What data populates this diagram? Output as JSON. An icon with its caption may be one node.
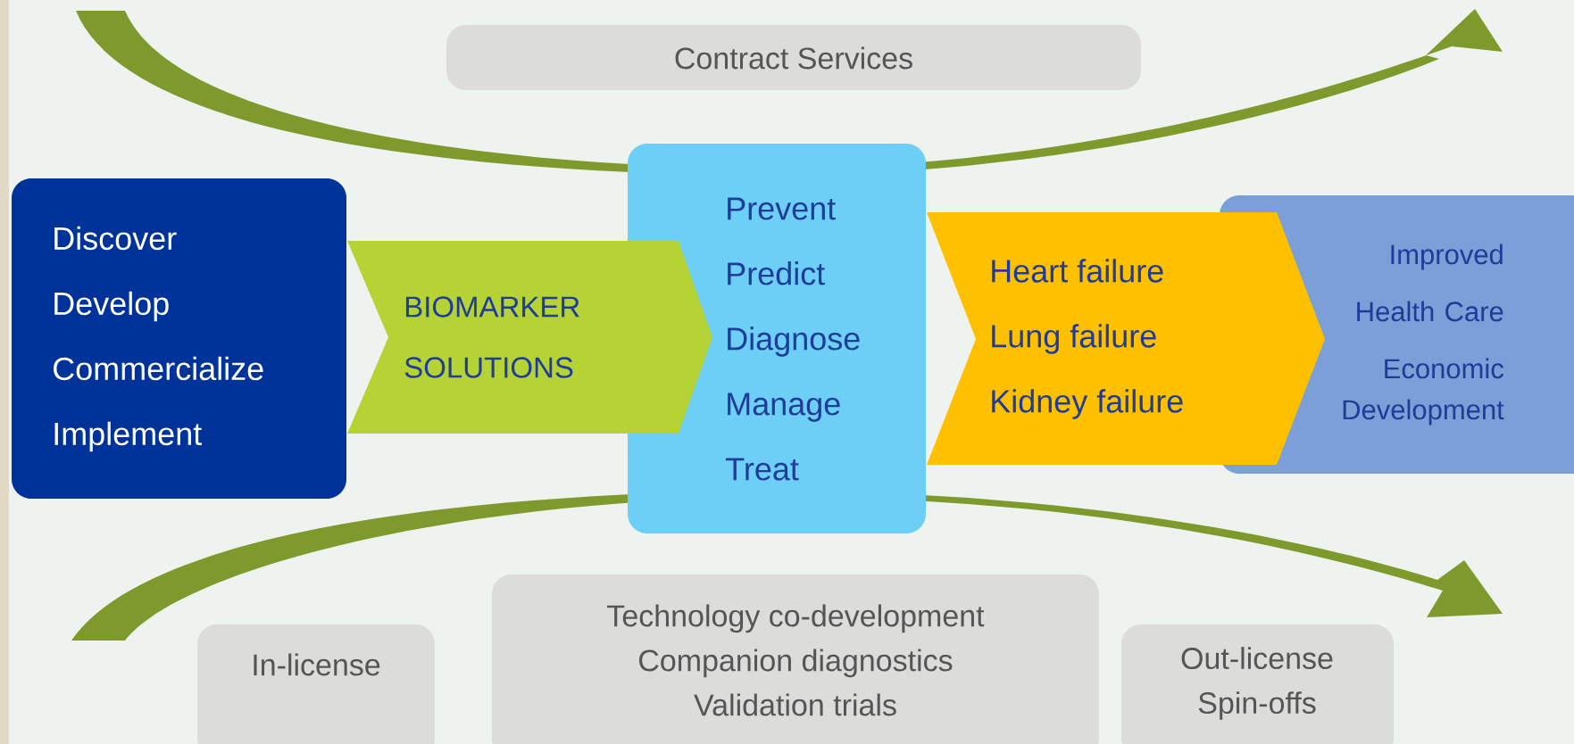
{
  "diagram": {
    "nodes": [
      {
        "text": [
          "Discover",
          "Develop",
          "Commercialize",
          "Implement"
        ]
      },
      {
        "text": [
          "BIOMARKER SOLUTIONS"
        ]
      },
      {
        "text": [
          "Prevent",
          "Predict",
          "Diagnose",
          "Manage",
          "Treat"
        ]
      },
      {
        "text": [
          "Heart failure",
          "Lung failure",
          "Kidney failure"
        ]
      },
      {
        "text": [
          "Improved",
          "Health Care",
          "Economic Development"
        ]
      },
      {
        "text": [
          "Contract Services"
        ]
      },
      {
        "text": [
          "In-license"
        ]
      },
      {
        "text": [
          "Technology co-development",
          "Companion diagnostics",
          "Validation trials"
        ]
      },
      {
        "text": [
          "Out-license",
          "Spin-offs"
        ]
      }
    ]
  }
}
